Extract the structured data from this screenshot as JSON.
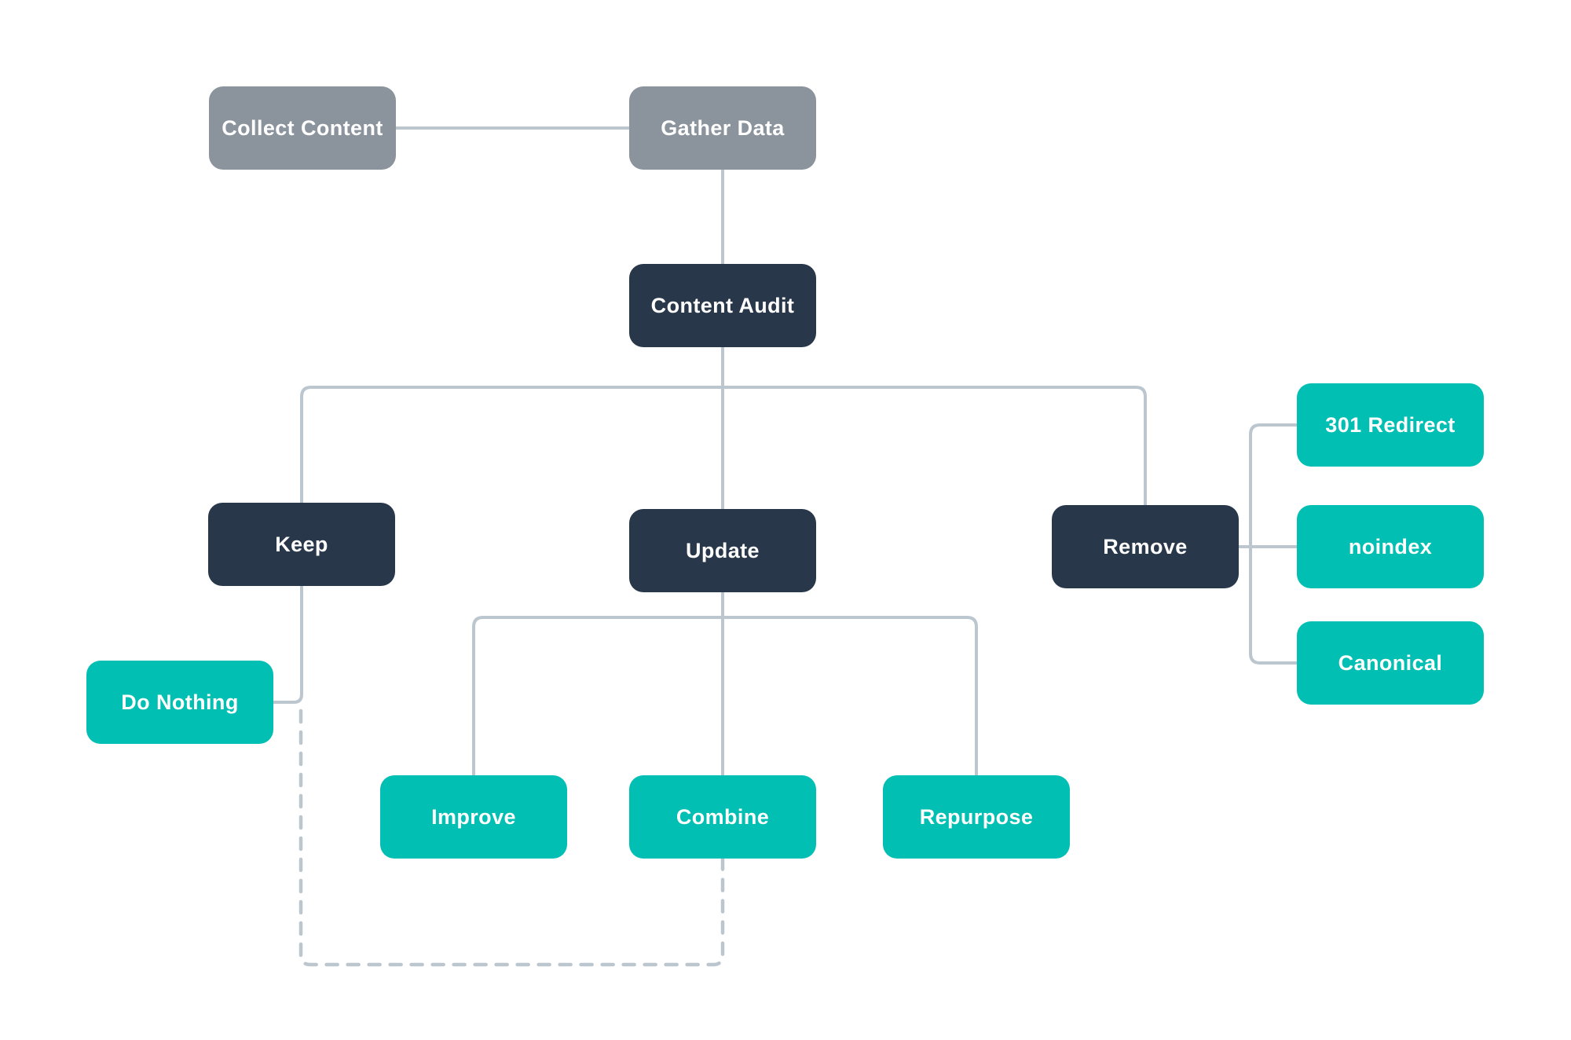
{
  "colors": {
    "node_gray": "#8B939D",
    "node_navy": "#28384A",
    "node_teal": "#01BFB2",
    "connector": "#BBC6CE",
    "label_text": "#FFFFFF",
    "background": "#FFFFFF"
  },
  "nodes": {
    "collect_content": {
      "label": "Collect Content"
    },
    "gather_data": {
      "label": "Gather Data"
    },
    "content_audit": {
      "label": "Content Audit"
    },
    "keep": {
      "label": "Keep"
    },
    "update": {
      "label": "Update"
    },
    "remove": {
      "label": "Remove"
    },
    "do_nothing": {
      "label": "Do Nothing"
    },
    "improve": {
      "label": "Improve"
    },
    "combine": {
      "label": "Combine"
    },
    "repurpose": {
      "label": "Repurpose"
    },
    "redirect_301": {
      "label": "301 Redirect"
    },
    "noindex": {
      "label": "noindex"
    },
    "canonical": {
      "label": "Canonical"
    }
  },
  "edges": [
    {
      "from": "collect_content",
      "to": "gather_data",
      "style": "solid"
    },
    {
      "from": "gather_data",
      "to": "content_audit",
      "style": "solid"
    },
    {
      "from": "content_audit",
      "to": "keep",
      "style": "solid"
    },
    {
      "from": "content_audit",
      "to": "update",
      "style": "solid"
    },
    {
      "from": "content_audit",
      "to": "remove",
      "style": "solid"
    },
    {
      "from": "keep",
      "to": "do_nothing",
      "style": "solid"
    },
    {
      "from": "update",
      "to": "improve",
      "style": "solid"
    },
    {
      "from": "update",
      "to": "combine",
      "style": "solid"
    },
    {
      "from": "update",
      "to": "repurpose",
      "style": "solid"
    },
    {
      "from": "remove",
      "to": "redirect_301",
      "style": "solid"
    },
    {
      "from": "remove",
      "to": "noindex",
      "style": "solid"
    },
    {
      "from": "remove",
      "to": "canonical",
      "style": "solid"
    },
    {
      "from": "do_nothing",
      "to": "combine",
      "style": "dashed"
    }
  ]
}
